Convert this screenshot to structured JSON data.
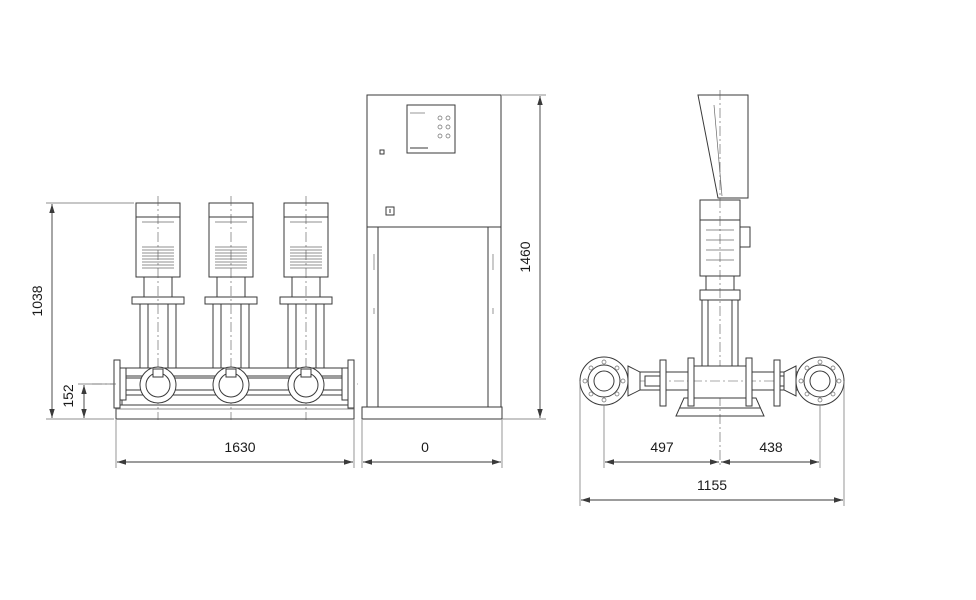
{
  "dimensions": {
    "front_width": "1630",
    "front_height": "1038",
    "inlet_height": "152",
    "cabinet_width": "0",
    "cabinet_height": "1460",
    "side_left": "497",
    "side_right": "438",
    "side_total": "1155"
  },
  "colors": {
    "line": "#3a3a3a",
    "background": "#ffffff"
  }
}
